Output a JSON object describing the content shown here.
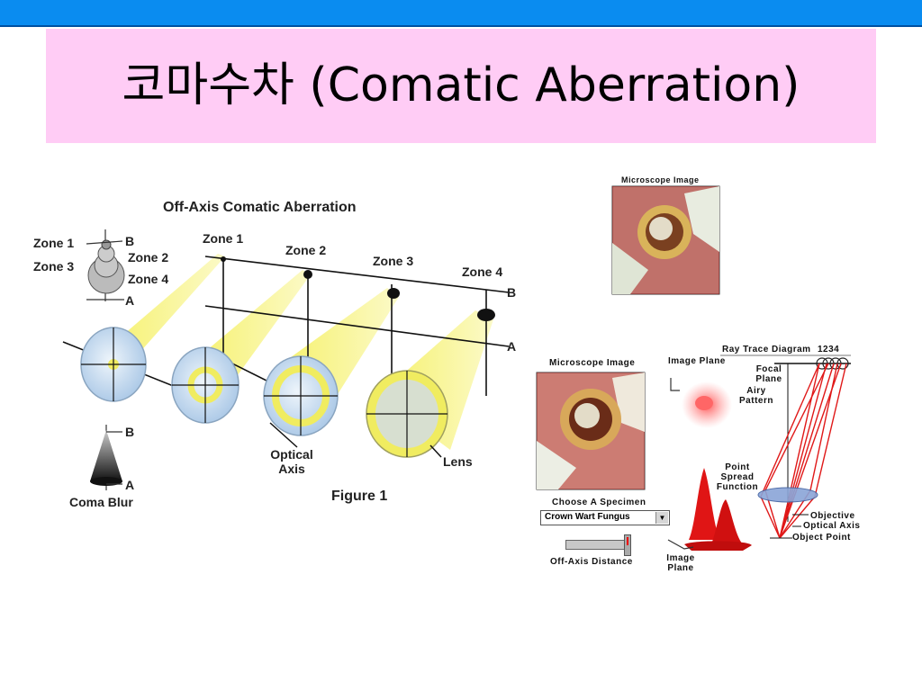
{
  "slide": {
    "title": "코마수차 (Comatic Aberration)",
    "colors": {
      "top_bar": "#0a8cf0",
      "title_background": "#ffccf5",
      "beam": "#f5f060",
      "lens": "#c6daf0"
    }
  },
  "figure1": {
    "heading": "Off-Axis Comatic Aberration",
    "zone_labels": [
      "Zone 1",
      "Zone 2",
      "Zone 3",
      "Zone 4"
    ],
    "inset_labels": {
      "zone1": "Zone 1",
      "zone2": "Zone 2",
      "zone3": "Zone 3",
      "zone4": "Zone 4",
      "b": "B",
      "a": "A"
    },
    "axis_labels": {
      "b": "B",
      "a": "A"
    },
    "coma_blur": {
      "b": "B",
      "a": "A",
      "label": "Coma Blur"
    },
    "optical_axis": "Optical Axis",
    "lens": "Lens",
    "caption": "Figure 1"
  },
  "applet": {
    "microscope_image_top": "Microscope Image",
    "microscope_image": "Microscope Image",
    "ray_trace_diagram": "Ray Trace Diagram",
    "zone_numbers": "1234",
    "image_plane": "Image Plane",
    "focal_plane": "Focal Plane",
    "airy_pattern": "Airy Pattern",
    "point_spread_function": "Point Spread Function",
    "objective": "Objective",
    "optical_axis": "Optical Axis",
    "object_point": "Object Point",
    "choose_specimen": "Choose A Specimen",
    "specimen_value": "Crown Wart Fungus",
    "off_axis_distance": "Off-Axis Distance",
    "image_plane_bottom": "Image Plane"
  }
}
